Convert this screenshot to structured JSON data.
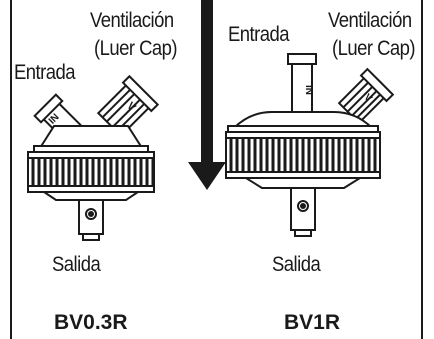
{
  "filters": [
    {
      "model": "BV0.3R",
      "inlet_label": "Entrada",
      "vent_label_line1": "Ventilación",
      "vent_label_line2": "(Luer Cap)",
      "outlet_label": "Salida",
      "inlet_marking": "IN",
      "vent_marking": "V"
    },
    {
      "model": "BV1R",
      "inlet_label": "Entrada",
      "vent_label_line1": "Ventilación",
      "vent_label_line2": "(Luer Cap)",
      "outlet_label": "Salida",
      "inlet_marking": "IN",
      "vent_marking": "V"
    }
  ],
  "colors": {
    "ink": "#1a1a1a",
    "background": "#ffffff"
  }
}
